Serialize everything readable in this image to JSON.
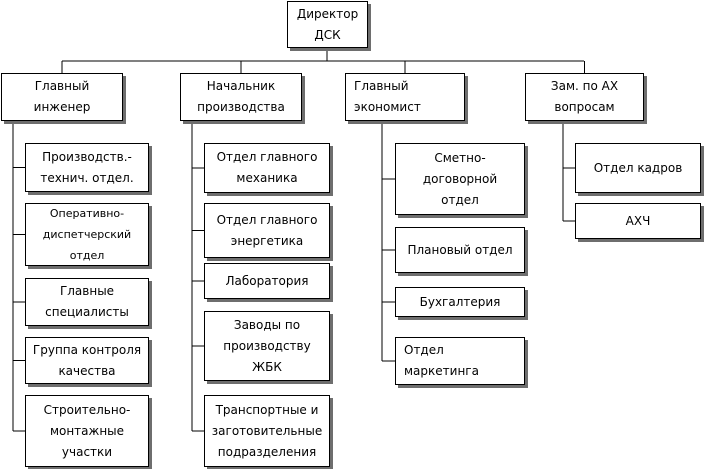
{
  "director": "Директор\nДСК",
  "departments": [
    {
      "head": "Главный\nинженер",
      "units": [
        "Производств.-\nтехнич. отдел.",
        "Оперативно-\nдиспетчерский отдел",
        "Главные\nспециалисты",
        "Группа контроля\nкачества",
        "Строительно-\nмонтажные участки"
      ]
    },
    {
      "head": "Начальник\nпроизводства",
      "units": [
        "Отдел главного\nмеханика",
        "Отдел главного\nэнергетика",
        "Лаборатория",
        "Заводы по\nпроизводству\nЖБК",
        "Транспортные и\nзаготовительные\nподразделения"
      ]
    },
    {
      "head": "Главный\nэкономист",
      "units": [
        "Сметно-\nдоговорной\nотдел",
        "Плановый отдел",
        "Бухгалтерия",
        "Отдел\nмаркетинга"
      ]
    },
    {
      "head": "Зам. по АХ\nвопросам",
      "units": [
        "Отдел кадров",
        "АХЧ"
      ]
    }
  ]
}
